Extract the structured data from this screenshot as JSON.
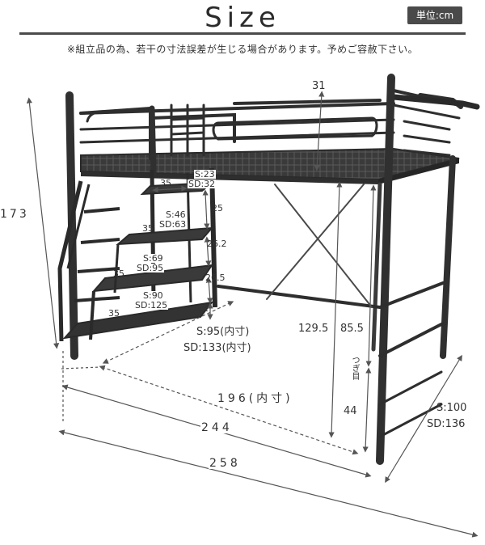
{
  "header": {
    "title": "Size",
    "unit": "単位:cm",
    "notice": "※組立品の為、若干の寸法誤差が生じる場合があります。予めご容赦下さい。"
  },
  "dimensions": {
    "height_total": "173",
    "guard_height": "31",
    "clearance_under_deck": "129.5",
    "ladder_deck_height": "85.5",
    "joint_label": "つぎ目",
    "lower_post": "44",
    "width_inner_s": "S:95(内寸)",
    "width_inner_sd": "SD:133(内寸)",
    "length_inner": "196(内寸)",
    "length_244": "244",
    "length_258": "258",
    "depth_s": "S:100",
    "depth_sd": "SD:136"
  },
  "stairs": {
    "shelf_depth": "35",
    "steps": [
      {
        "s": "S:23",
        "sd": "SD:32"
      },
      {
        "s": "S:46",
        "sd": "SD:63"
      },
      {
        "s": "S:69",
        "sd": "SD:95"
      },
      {
        "s": "S:90",
        "sd": "SD:125"
      }
    ],
    "risers": [
      "25",
      "26.2",
      "26.5",
      "11"
    ]
  }
}
